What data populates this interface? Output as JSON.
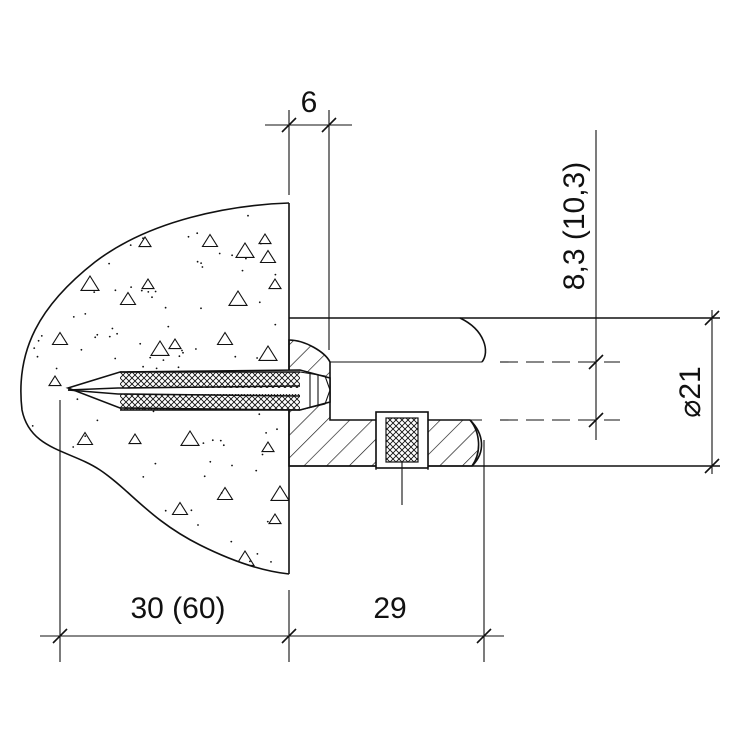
{
  "dimensions": {
    "top": "6",
    "vertical": "8,3 (10,3)",
    "diameter": "⌀21",
    "bottom_left": "30 (60)",
    "bottom_right": "29"
  },
  "colors": {
    "line": "#111111",
    "background": "#ffffff"
  }
}
